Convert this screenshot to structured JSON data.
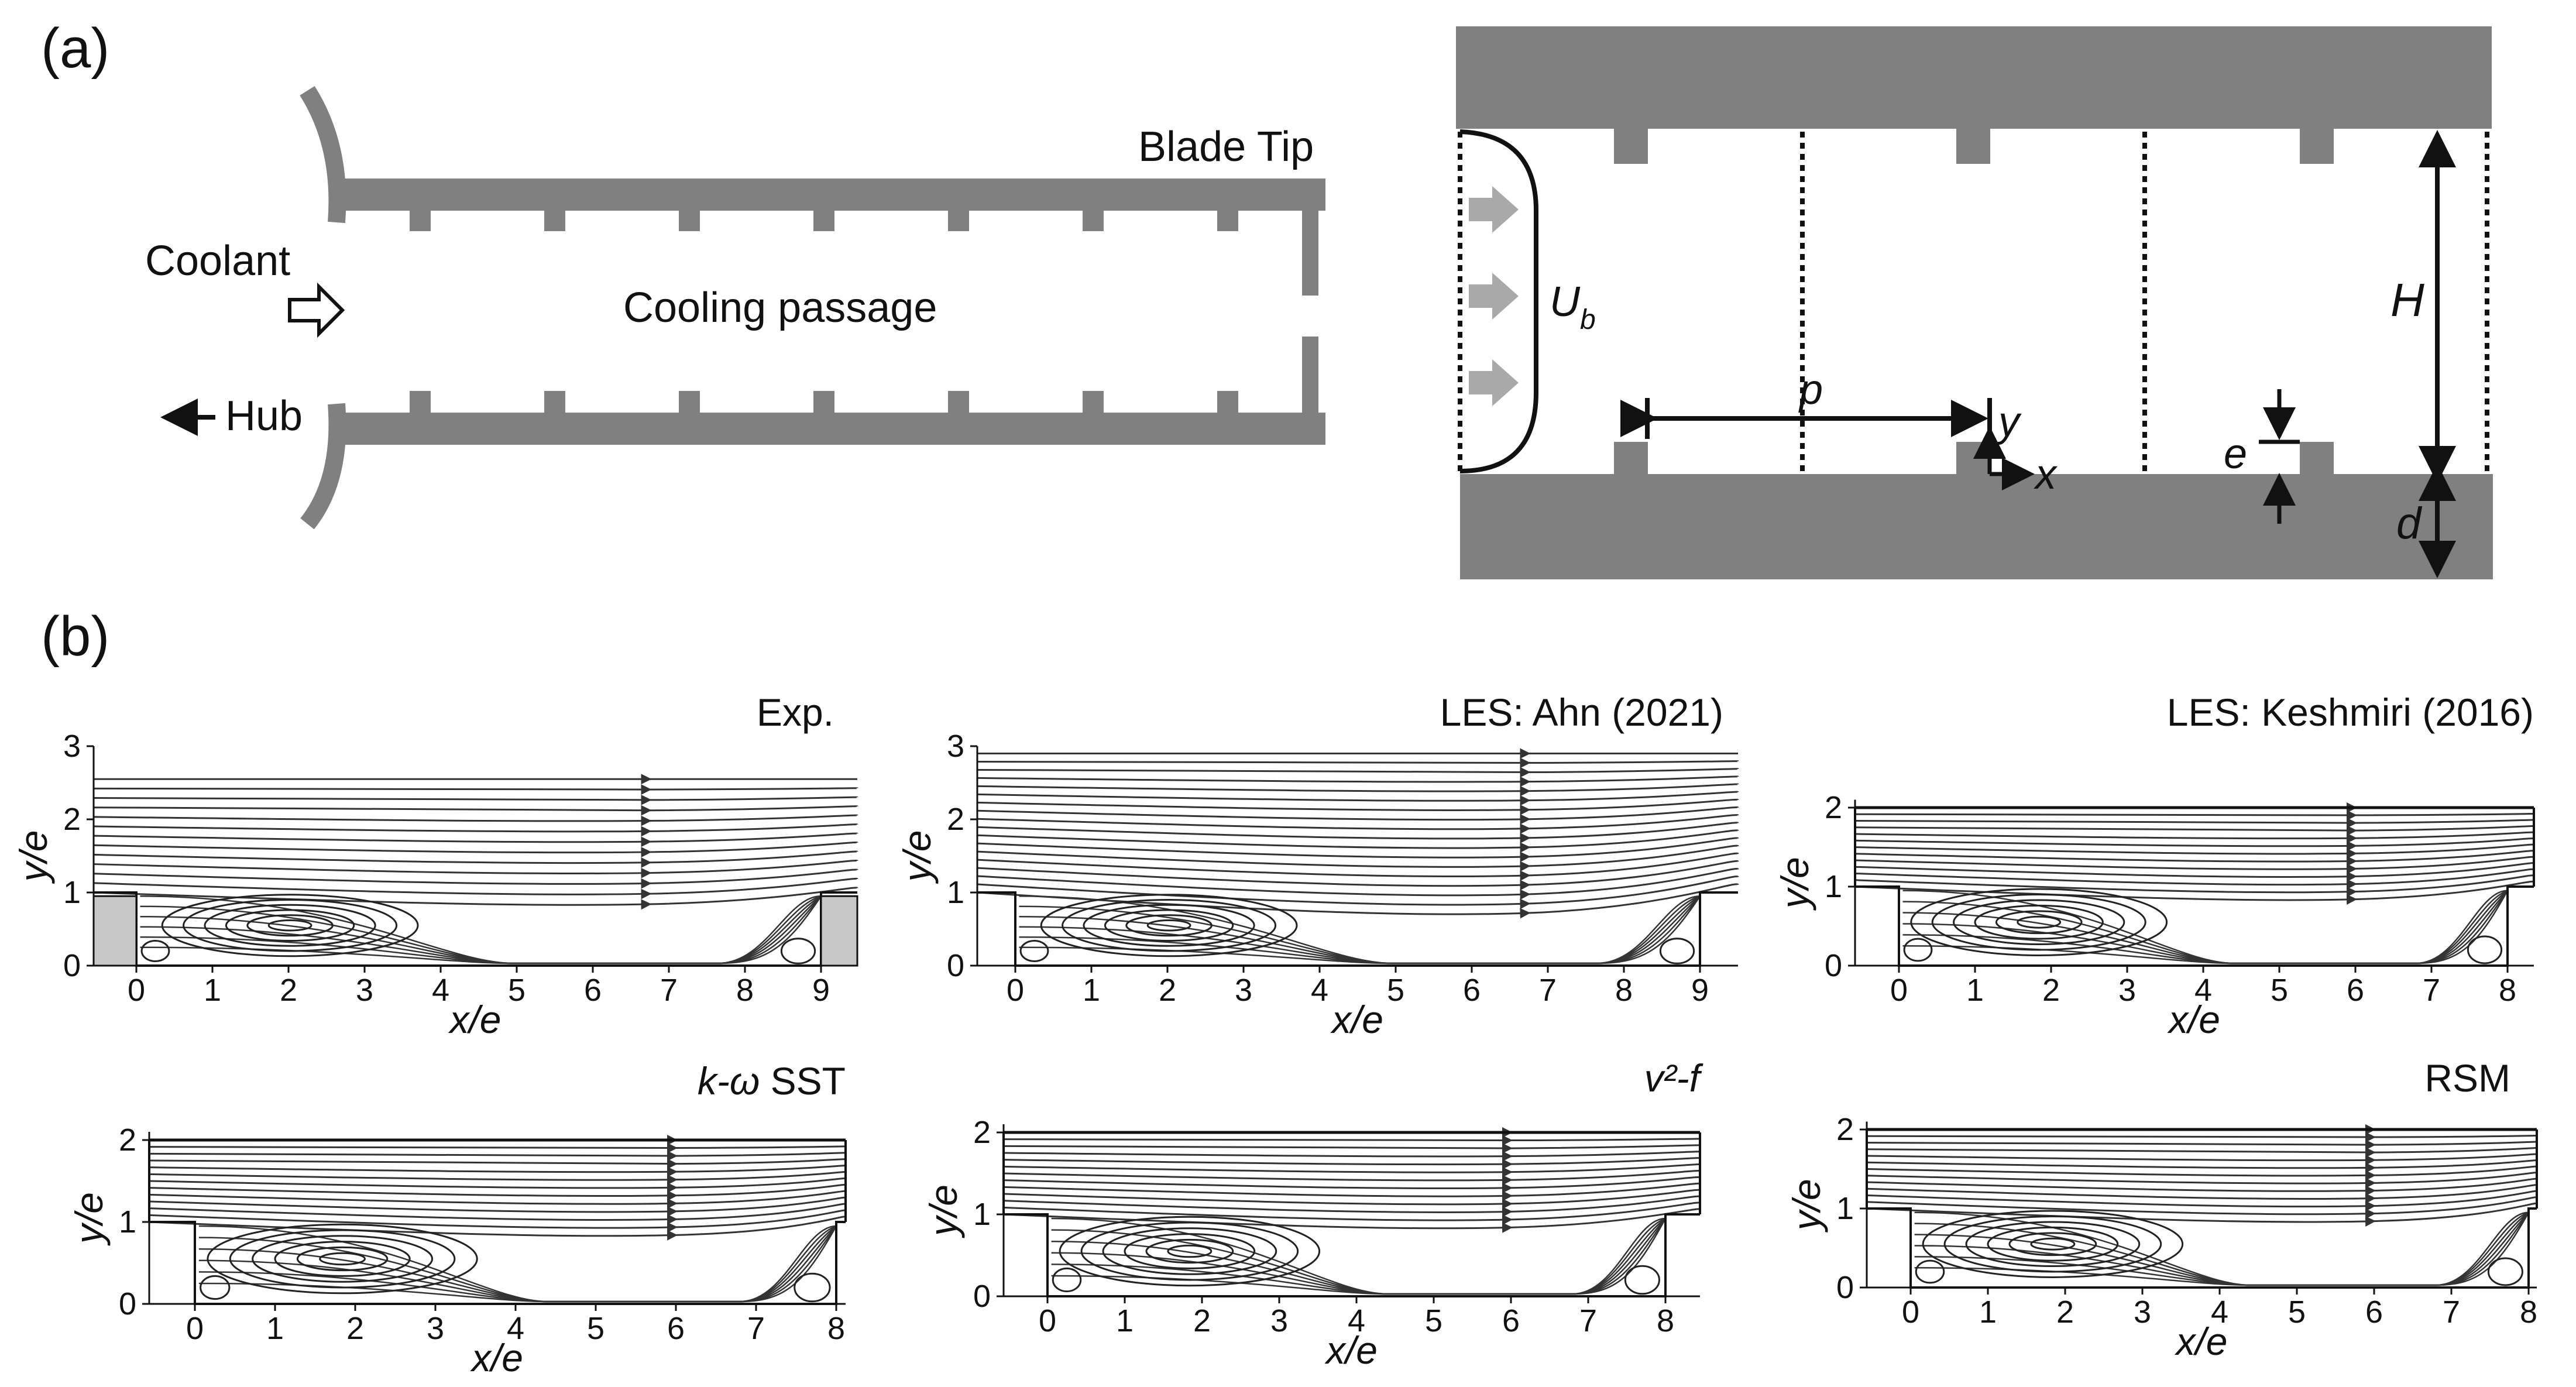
{
  "labels": {
    "panel_a": "(a)",
    "panel_b": "(b)",
    "blade_tip": "Blade Tip",
    "coolant": "Coolant",
    "cooling_passage": "Cooling passage",
    "hub": "Hub",
    "u": "U",
    "u_sub": "b",
    "p": "p",
    "y": "y",
    "x": "x",
    "e": "e",
    "H": "H",
    "d": "d"
  },
  "colors": {
    "wall": "#808080",
    "arrow_fill": "#a9a9a9",
    "ink": "#111111",
    "rib_gray": "#c8c8c8"
  },
  "panels": [
    {
      "title": "Exp.",
      "title_italic_part": "",
      "xticks": [
        "0",
        "1",
        "2",
        "3",
        "4",
        "5",
        "6",
        "7",
        "8",
        "9"
      ],
      "yticks": [
        "0",
        "1",
        "2",
        "3"
      ],
      "xlabel": "x/e",
      "ylabel": "y/e"
    },
    {
      "title": "LES: Ahn (2021)",
      "title_italic_part": "",
      "xticks": [
        "0",
        "1",
        "2",
        "3",
        "4",
        "5",
        "6",
        "7",
        "8",
        "9"
      ],
      "yticks": [
        "0",
        "1",
        "2",
        "3"
      ],
      "xlabel": "x/e",
      "ylabel": "y/e"
    },
    {
      "title": "LES: Keshmiri (2016)",
      "title_italic_part": "",
      "xticks": [
        "0",
        "1",
        "2",
        "3",
        "4",
        "5",
        "6",
        "7",
        "8"
      ],
      "yticks": [
        "0",
        "1",
        "2"
      ],
      "xlabel": "x/e",
      "ylabel": "y/e"
    },
    {
      "title": " SST",
      "title_italic_part": "k-ω",
      "xticks": [
        "0",
        "1",
        "2",
        "3",
        "4",
        "5",
        "6",
        "7",
        "8"
      ],
      "yticks": [
        "0",
        "1",
        "2"
      ],
      "xlabel": "x/e",
      "ylabel": "y/e"
    },
    {
      "title": "",
      "title_italic_part": "v²-f",
      "xticks": [
        "0",
        "1",
        "2",
        "3",
        "4",
        "5",
        "6",
        "7",
        "8"
      ],
      "yticks": [
        "0",
        "1",
        "2"
      ],
      "xlabel": "x/e",
      "ylabel": "y/e"
    },
    {
      "title": "RSM",
      "title_italic_part": "",
      "xticks": [
        "0",
        "1",
        "2",
        "3",
        "4",
        "5",
        "6",
        "7",
        "8"
      ],
      "yticks": [
        "0",
        "1",
        "2"
      ],
      "xlabel": "x/e",
      "ylabel": "y/e"
    }
  ]
}
